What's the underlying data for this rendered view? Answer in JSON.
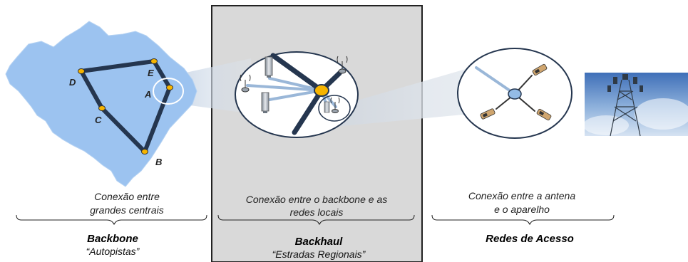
{
  "colors": {
    "map_fill": "#9cc3f0",
    "backbone_link": "#25364f",
    "local_link": "#9ab7d8",
    "node_fill": "#f6b400",
    "panel_fill": "#d9d9d9",
    "panel_border": "#222222",
    "access_node": "#93bbe6"
  },
  "backbone": {
    "nodes": [
      {
        "label": "D"
      },
      {
        "label": "E"
      },
      {
        "label": "A"
      },
      {
        "label": "C"
      },
      {
        "label": "B"
      }
    ],
    "caption_line1": "Conexão entre",
    "caption_line2": "grandes centrais",
    "title": "Backbone",
    "subtitle": "“Autopistas”"
  },
  "backhaul": {
    "caption_line1": "Conexão entre o backbone e as",
    "caption_line2": "redes locais",
    "title": "Backhaul",
    "subtitle": "“Estradas Regionais”"
  },
  "access": {
    "caption_line1": "Conexão entre a antena",
    "caption_line2": "e o aparelho",
    "title": "Redes de Acesso"
  },
  "icons": {
    "map": "brazil-map-icon",
    "server": "server-tower-icon",
    "antenna": "radio-antenna-icon",
    "phone": "mobile-phone-icon",
    "tower": "cell-tower-photo-icon"
  }
}
